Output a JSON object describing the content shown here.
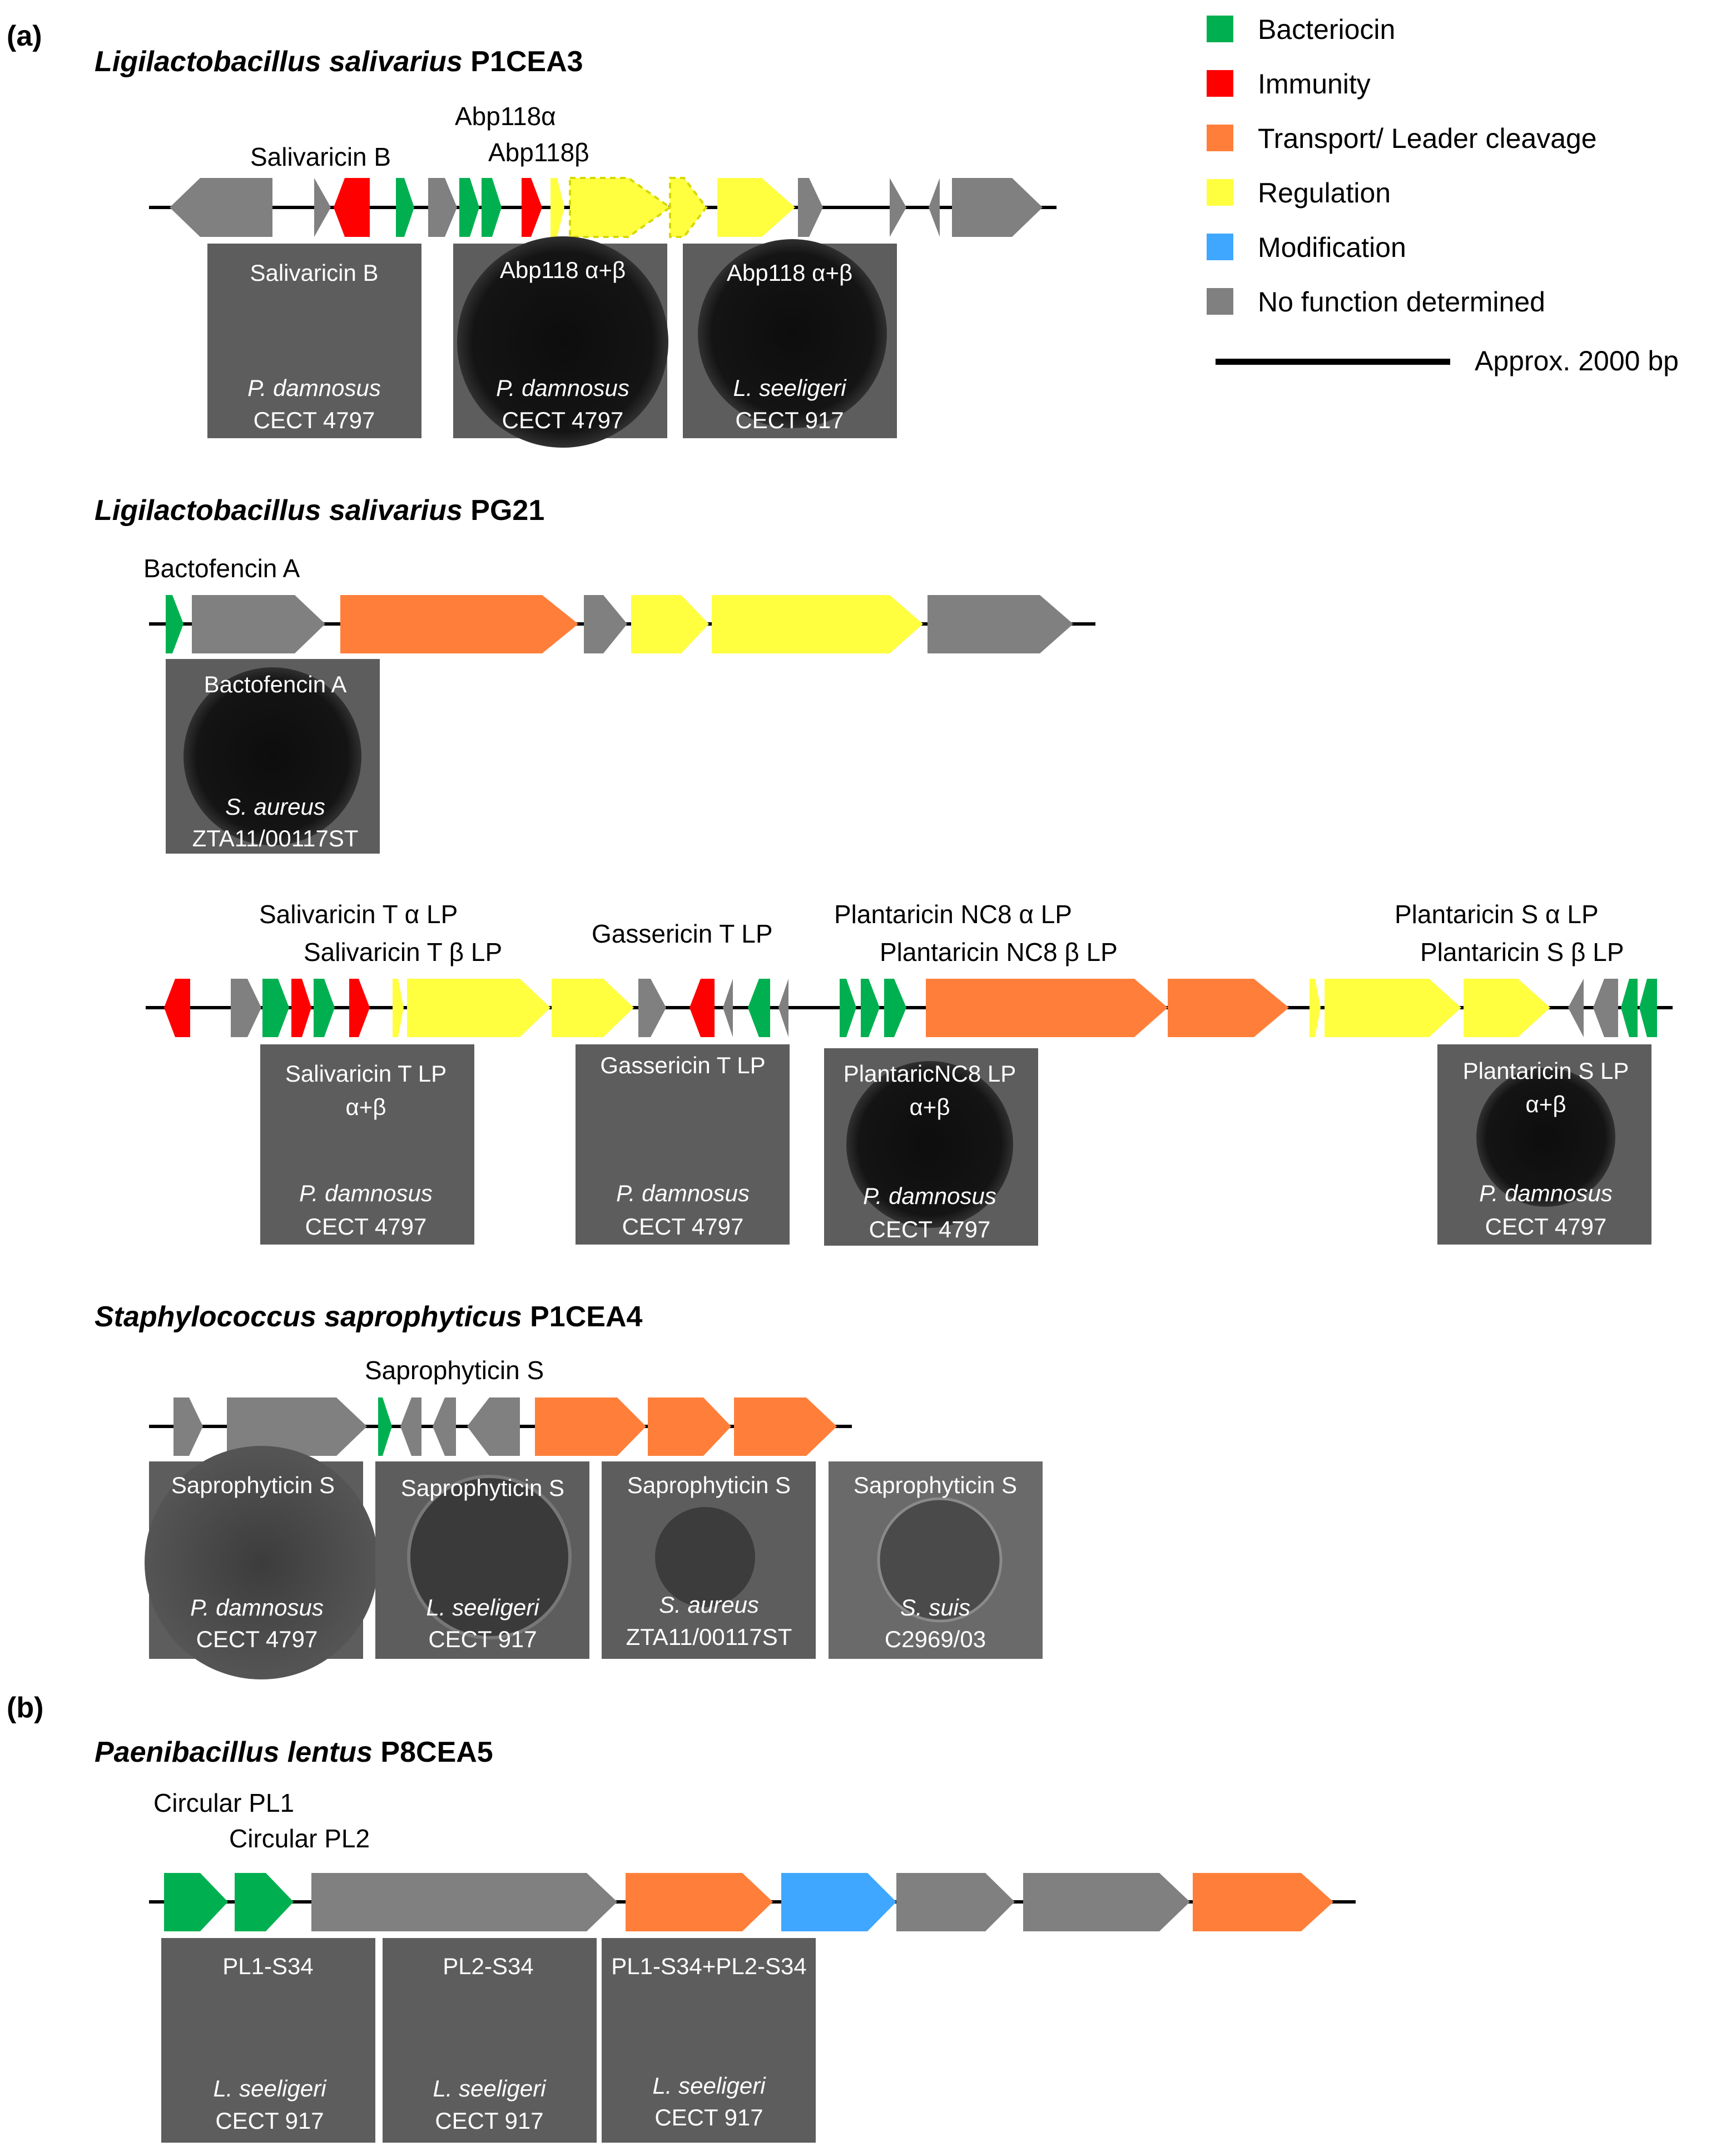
{
  "panels": [
    "(a)",
    "(b)"
  ],
  "legend": {
    "items": [
      {
        "label": "Bacteriocin",
        "color": "#00b050"
      },
      {
        "label": "Immunity",
        "color": "#ff0000"
      },
      {
        "label": "Transport/ Leader cleavage",
        "color": "#ff7f3a"
      },
      {
        "label": "Regulation",
        "color": "#ffff40"
      },
      {
        "label": "Modification",
        "color": "#3fa7ff"
      },
      {
        "label": "No function determined",
        "color": "#808080"
      }
    ],
    "scale_label": "Approx. 2000 bp"
  },
  "organisms": [
    {
      "genus": "Ligilactobacillus salivarius",
      "strain": "P1CEA3"
    },
    {
      "genus": "Ligilactobacillus salivarius",
      "strain": "PG21"
    },
    {
      "genus": "Staphylococcus saprophyticus",
      "strain": "P1CEA4"
    },
    {
      "genus": "Paenibacillus lentus",
      "strain": "P8CEA5"
    }
  ],
  "gene_labels": [
    "Salivaricin B",
    "Abp118α",
    "Abp118β",
    "Bactofencin A",
    "Salivaricin T α LP",
    "Salivaricin T β LP",
    "Gassericin T LP",
    "Plantaricin NC8 α LP",
    "Plantaricin NC8 β LP",
    "Plantaricin S α LP",
    "Plantaricin S β LP",
    "Saprophyticin S",
    "Circular PL1",
    "Circular PL2"
  ],
  "plates": [
    {
      "title": "Salivaricin B",
      "title2": "",
      "target": "P. damnosus",
      "strain": "CECT 4797"
    },
    {
      "title": "Abp118 α+β",
      "title2": "",
      "target": "P. damnosus",
      "strain": "CECT 4797"
    },
    {
      "title": "Abp118 α+β",
      "title2": "",
      "target": "L. seeligeri",
      "strain": "CECT 917"
    },
    {
      "title": "Bactofencin A",
      "title2": "",
      "target": "S. aureus",
      "strain": "ZTA11/00117ST"
    },
    {
      "title": "Salivaricin T LP",
      "title2": "α+β",
      "target": "P. damnosus",
      "strain": "CECT 4797"
    },
    {
      "title": "Gassericin T LP",
      "title2": "",
      "target": "P. damnosus",
      "strain": "CECT 4797"
    },
    {
      "title": "PlantaricNC8 LP",
      "title2": "α+β",
      "target": "P. damnosus",
      "strain": "CECT 4797"
    },
    {
      "title": "Plantaricin S LP",
      "title2": "α+β",
      "target": "P. damnosus",
      "strain": "CECT 4797"
    },
    {
      "title": "Saprophyticin S",
      "title2": "",
      "target": "P. damnosus",
      "strain": "CECT 4797"
    },
    {
      "title": "Saprophyticin S",
      "title2": "",
      "target": "L. seeligeri",
      "strain": "CECT 917"
    },
    {
      "title": "Saprophyticin S",
      "title2": "",
      "target": "S. aureus",
      "strain": "ZTA11/00117ST"
    },
    {
      "title": "Saprophyticin S",
      "title2": "",
      "target": "S. suis",
      "strain": "C2969/03"
    },
    {
      "title": "PL1-S34",
      "title2": "",
      "target": "L. seeligeri",
      "strain": "CECT 917"
    },
    {
      "title": "PL2-S34",
      "title2": "",
      "target": "L. seeligeri",
      "strain": "CECT 917"
    },
    {
      "title": "PL1-S34+PL2-S34",
      "title2": "",
      "target": "L. seeligeri",
      "strain": "CECT 917"
    }
  ]
}
